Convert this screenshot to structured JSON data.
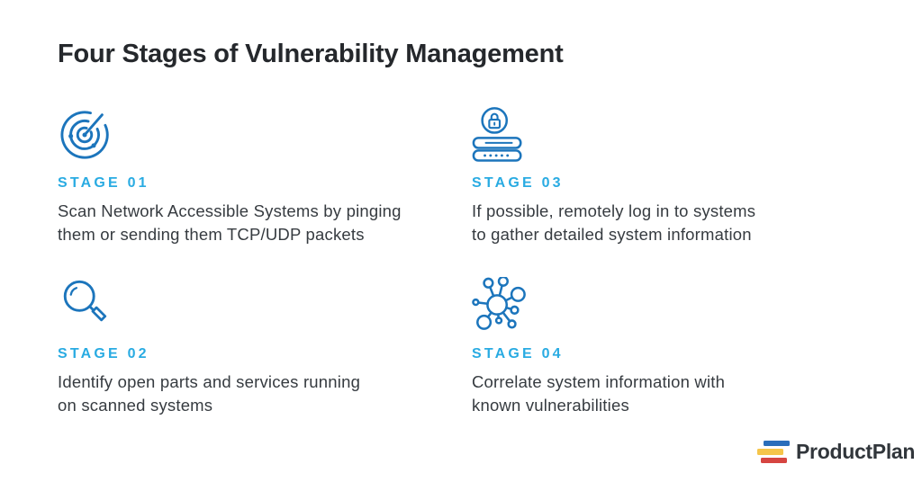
{
  "title": "Four Stages of Vulnerability Management",
  "stages": [
    {
      "id": "01",
      "label": "STAGE 01",
      "icon": "radar-icon",
      "lines": [
        "Scan Network Accessible Systems by pinging",
        "them or sending them TCP/UDP packets"
      ]
    },
    {
      "id": "02",
      "label": "STAGE 02",
      "icon": "magnifying-glass-icon",
      "lines": [
        "Identify open parts and services running",
        "on scanned systems"
      ]
    },
    {
      "id": "03",
      "label": "STAGE 03",
      "icon": "secure-login-icon",
      "lines": [
        "If possible, remotely log in to systems",
        "to gather detailed system information"
      ]
    },
    {
      "id": "04",
      "label": "STAGE 04",
      "icon": "network-nodes-icon",
      "lines": [
        "Correlate system information with",
        "known vulnerabilities"
      ]
    }
  ],
  "footer": {
    "brand_name": "ProductPlan"
  },
  "colors": {
    "icon_blue": "#1c75bc",
    "stage_cyan": "#29abe2",
    "title_color": "#25282c",
    "body_color": "#363b40",
    "logo_text": "#31363b",
    "logo_blue": "#2a6ebb",
    "logo_yellow": "#f5c54a",
    "logo_red": "#d64541"
  }
}
